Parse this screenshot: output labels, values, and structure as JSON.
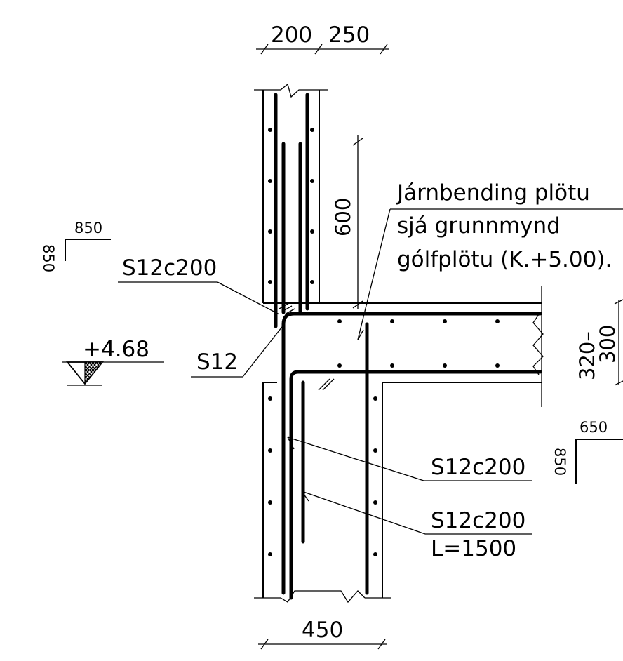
{
  "dimensions": {
    "top_left": "200",
    "top_right": "250",
    "bottom": "450",
    "anchorage": "600",
    "slab_thickness_top": "320–",
    "slab_thickness_bottom": "300"
  },
  "labels": {
    "slab_note_line1": "Járnbending plötu",
    "slab_note_line2": "sjá grunnmynd",
    "slab_note_line3": "gólfplötu (K.+5.00).",
    "bar_upper_left": "S12c200",
    "bar_short": "S12",
    "bar_lower_1": "S12c200",
    "bar_lower_2": "S12c200",
    "bar_lower_2_length": "L=1500",
    "level": "+4.68"
  },
  "bend_shapes": {
    "left_horizontal": "850",
    "left_vertical": "850",
    "right_horizontal": "650",
    "right_vertical": "850"
  }
}
